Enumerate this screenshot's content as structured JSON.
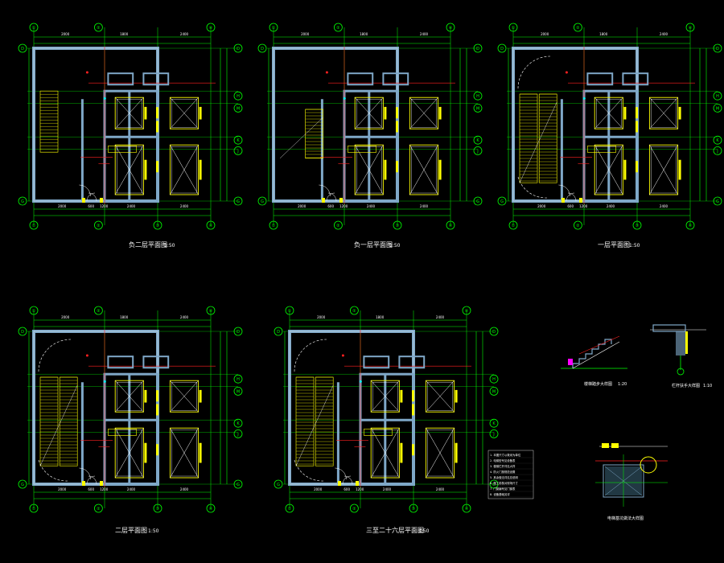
{
  "drawing": {
    "background": "#000000",
    "colors": {
      "grid": "#00ff00",
      "wall": "#7fa8c8",
      "wall_outline": "#ffffff",
      "stair": "#ffff00",
      "axis_red": "#ff2020",
      "elevator": "#ffff00",
      "dim_text": "#ffffff",
      "magenta": "#ff00ff",
      "cyan": "#00ffff"
    },
    "plans": [
      {
        "id": "basement-2",
        "title": "负二层平面图",
        "scale": "1:50",
        "top_dims": [
          "2000",
          "1800",
          "2400"
        ],
        "bottom_dims": [
          "2000",
          "600",
          "1200",
          "2400",
          "2400"
        ],
        "top_axes": [
          "①",
          "②",
          "④"
        ],
        "bottom_axes": [
          "①",
          "②",
          "③",
          "④"
        ],
        "right_axes": [
          "D",
          "H",
          "M",
          "K",
          "J",
          "G"
        ],
        "left_axes": [
          "D",
          "G"
        ]
      },
      {
        "id": "basement-1",
        "title": "负一层平面图",
        "scale": "1:50",
        "top_dims": [
          "2000",
          "1800",
          "2400"
        ],
        "bottom_dims": [
          "2000",
          "600",
          "1200",
          "2400",
          "2400"
        ],
        "top_axes": [
          "①",
          "②",
          "④"
        ],
        "bottom_axes": [
          "①",
          "②",
          "③",
          "④"
        ],
        "right_axes": [
          "D",
          "H",
          "M",
          "K",
          "J",
          "G"
        ],
        "left_axes": [
          "D",
          "G"
        ]
      },
      {
        "id": "floor-1",
        "title": "一层平面图",
        "scale": "1:50",
        "top_dims": [
          "2000",
          "1800",
          "2400"
        ],
        "bottom_dims": [
          "2000",
          "600",
          "1200",
          "2400",
          "2400"
        ],
        "top_axes": [
          "①",
          "②",
          "④"
        ],
        "bottom_axes": [
          "①",
          "②",
          "③",
          "④"
        ],
        "right_axes": [
          "D",
          "H",
          "M",
          "K",
          "J",
          "G"
        ],
        "left_axes": [
          "D",
          "G"
        ]
      },
      {
        "id": "floor-2",
        "title": "二层平面图",
        "scale": "1:50",
        "top_dims": [
          "2000",
          "1800",
          "2400"
        ],
        "bottom_dims": [
          "2000",
          "600",
          "1200",
          "2400",
          "2400"
        ],
        "top_axes": [
          "①",
          "②",
          "④"
        ],
        "bottom_axes": [
          "①",
          "②",
          "③",
          "④"
        ],
        "right_axes": [
          "D",
          "H",
          "M",
          "K",
          "J",
          "G"
        ],
        "left_axes": [
          "D",
          "G"
        ]
      },
      {
        "id": "floor-3-26",
        "title": "三至二十六层平面图",
        "scale": "1:50",
        "top_dims": [
          "2000",
          "1800",
          "2400"
        ],
        "bottom_dims": [
          "2000",
          "600",
          "1200",
          "2400",
          "2400"
        ],
        "top_axes": [
          "①",
          "②",
          "④"
        ],
        "bottom_axes": [
          "①",
          "②",
          "③",
          "④"
        ],
        "right_axes": [
          "D",
          "H",
          "M",
          "K",
          "J",
          "G"
        ],
        "left_axes": [
          "D",
          "G"
        ]
      }
    ],
    "details": [
      {
        "id": "stair-detail",
        "title": "楼梯踏步大样图",
        "scale": "1:20"
      },
      {
        "id": "railing-detail",
        "title": "栏杆扶手大样图",
        "scale": "1:10"
      },
      {
        "id": "beam-detail",
        "title": "电梯基坑做法大样图",
        "subtitle": ""
      }
    ],
    "notes_block": {
      "lines": [
        "1. 本图尺寸以毫米为单位",
        "2. 电梯型号见设备表",
        "3. 楼梯栏杆详见大样",
        "4. 防火门按规范设置",
        "5. 其余做法详见总说明",
        "6. 施工前核对现场尺寸",
        "7. 门窗编号见门窗表",
        "8. 设备基础另详"
      ]
    }
  }
}
